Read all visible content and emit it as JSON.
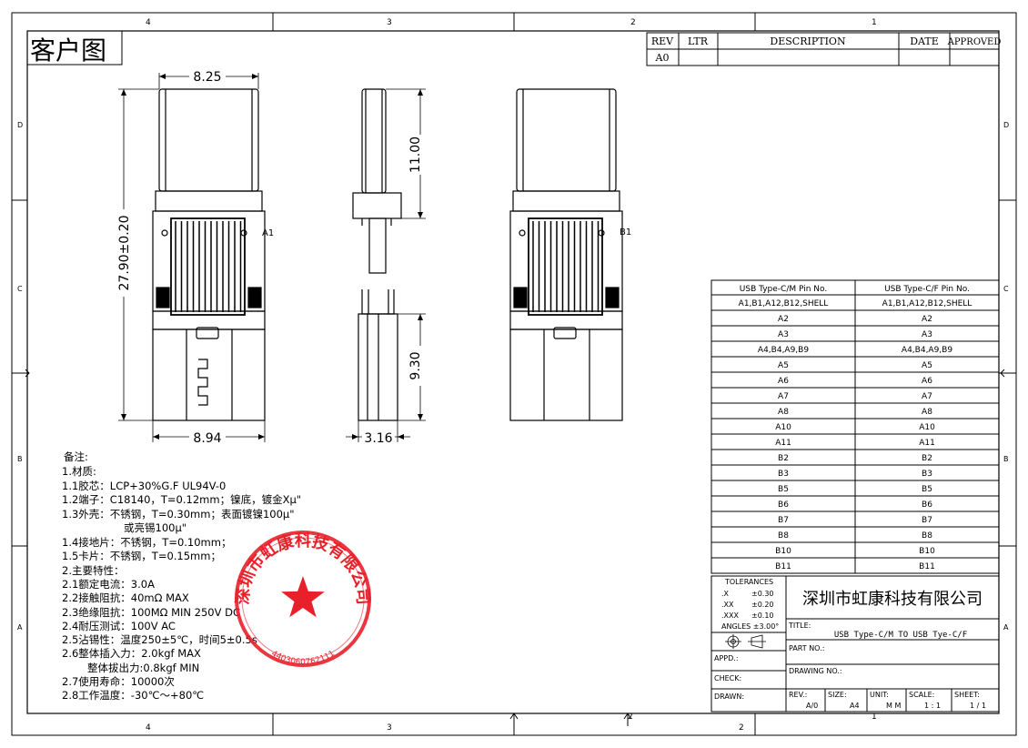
{
  "header": {
    "title": "客户图"
  },
  "grid": {
    "top": [
      "4",
      "3",
      "2",
      "1"
    ],
    "bottom": [
      "4",
      "3",
      "2",
      "2",
      "1"
    ],
    "left": [
      "D",
      "C",
      "B",
      "A"
    ],
    "right": [
      "D",
      "C",
      "B",
      "A"
    ]
  },
  "revision": {
    "headers": [
      "REV",
      "LTR",
      "DESCRIPTION",
      "DATE",
      "APPROVED"
    ],
    "rows": [
      [
        "A0",
        "",
        "",
        "",
        ""
      ]
    ]
  },
  "dimensions": {
    "width_top": "8.25",
    "height_total": "27.90±0.20",
    "width_bottom": "8.94",
    "side_upper": "11.00",
    "side_lower": "9.30",
    "side_thickness": "3.16",
    "label_a1": "A1",
    "label_b1": "B1"
  },
  "pin_table": {
    "headers": [
      "USB Type-C/M Pin No.",
      "USB Type-C/F Pin No."
    ],
    "rows": [
      [
        "A1,B1,A12,B12,SHELL",
        "A1,B1,A12,B12,SHELL"
      ],
      [
        "A2",
        "A2"
      ],
      [
        "A3",
        "A3"
      ],
      [
        "A4,B4,A9,B9",
        "A4,B4,A9,B9"
      ],
      [
        "A5",
        "A5"
      ],
      [
        "A6",
        "A6"
      ],
      [
        "A7",
        "A7"
      ],
      [
        "A8",
        "A8"
      ],
      [
        "A10",
        "A10"
      ],
      [
        "A11",
        "A11"
      ],
      [
        "B2",
        "B2"
      ],
      [
        "B3",
        "B3"
      ],
      [
        "B5",
        "B5"
      ],
      [
        "B6",
        "B6"
      ],
      [
        "B7",
        "B7"
      ],
      [
        "B8",
        "B8"
      ],
      [
        "B10",
        "B10"
      ],
      [
        "B11",
        "B11"
      ]
    ]
  },
  "notes": {
    "lines": [
      "备注:",
      "1.材质:",
      "1.1胶芯：LCP+30%G.F  UL94V-0",
      "1.2端子：C18140，T=0.12mm；镍底，镀金Xμ\"",
      "1.3外壳：不锈钢，T=0.30mm；表面镀镍100μ\"",
      "或亮锡100μ\"",
      "1.4接地片：不锈钢，T=0.10mm；",
      "1.5卡片：不锈钢，T=0.15mm；",
      "2.主要特性：",
      "2.1额定电流：3.0A",
      "2.2接触阻抗：40mΩ  MAX",
      "2.3绝缘阻抗：100MΩ  MIN  250V  DC",
      "2.4耐压测试：100V  AC",
      "2.5沾锡性：温度250±5℃，时间5±0.5s",
      "2.6整体插入力：2.0kgf  MAX",
      "整体拔出力:0.8kgf  MIN",
      "2.7使用寿命：10000次",
      "2.8工作温度：-30℃～+80℃"
    ]
  },
  "stamp": {
    "text": "深圳市虹康科技有限公司",
    "number": "4403060762111",
    "color": "#e8202a"
  },
  "title_block": {
    "tolerances_label": "TOLERANCES",
    "tol_rows": [
      [
        ".X",
        "±0.30"
      ],
      [
        ".XX",
        "±0.20"
      ],
      [
        ".XXX",
        "±0.10"
      ]
    ],
    "angles": "ANGLES ±3.00°",
    "company": "深圳市虹康科技有限公司",
    "title_label": "TITLE:",
    "title_value": "USB Type-C/M TO USB Tye-C/F",
    "part_no_label": "PART NO.:",
    "drawing_no_label": "DRAWING NO.:",
    "appd_label": "APPD.:",
    "check_label": "CHECK:",
    "drawn_label": "DRAWN:",
    "rev_label": "REV.:",
    "rev_value": "A/0",
    "size_label": "SIZE:",
    "size_value": "A4",
    "unit_label": "UNIT:",
    "unit_value": "M M",
    "scale_label": "SCALE:",
    "scale_value": "1 : 1",
    "sheet_label": "SHEET:",
    "sheet_value": "1 / 1"
  }
}
